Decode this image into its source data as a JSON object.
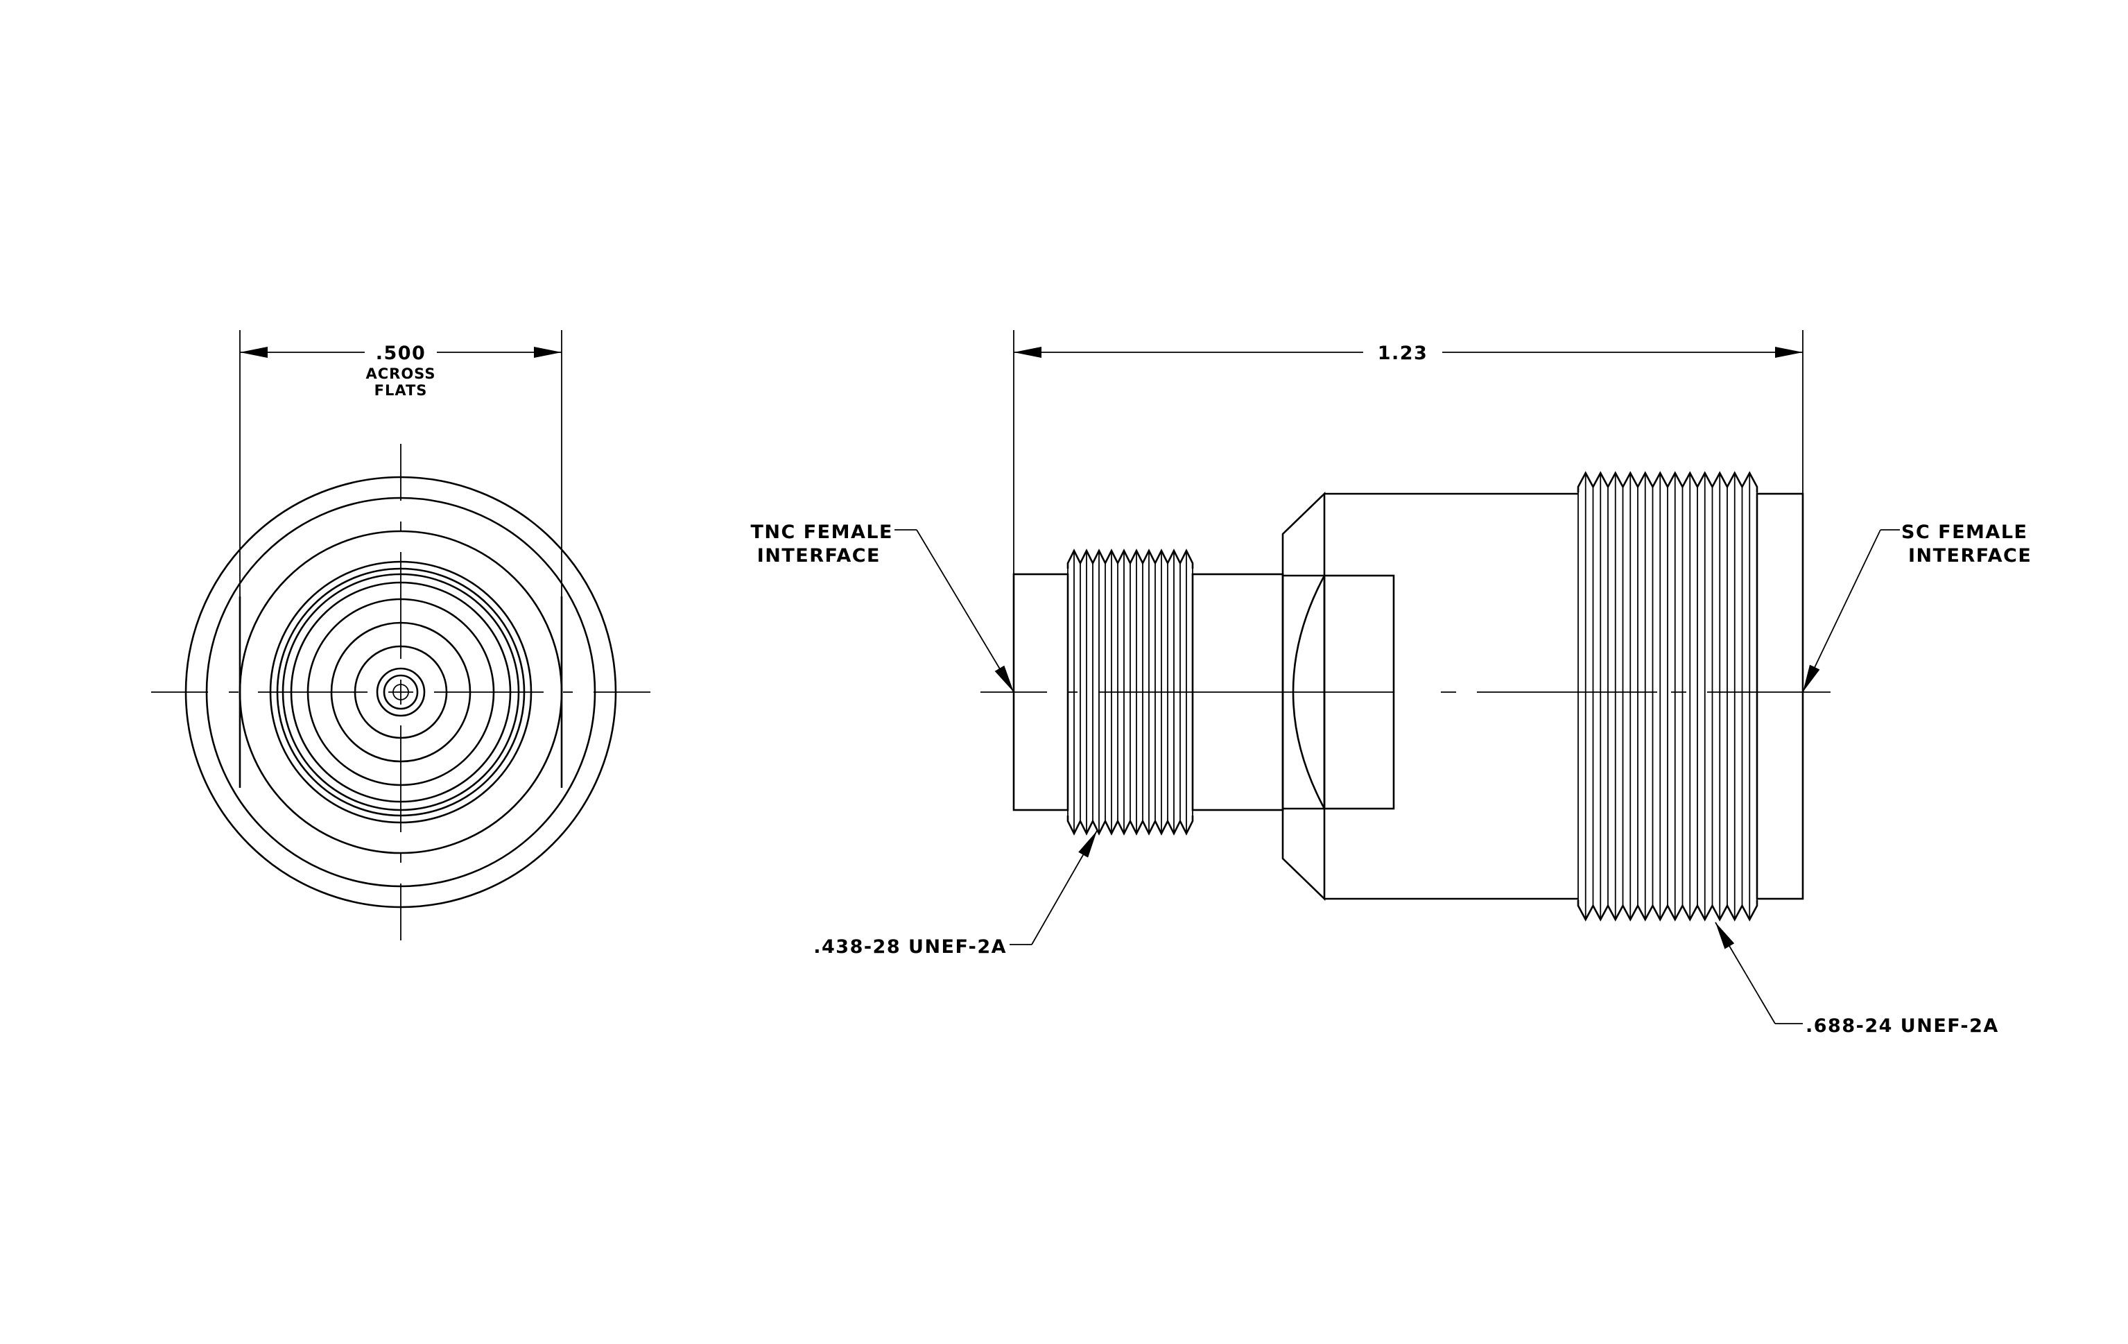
{
  "end_view": {
    "dimension_value": ".500",
    "dimension_note_line1": "ACROSS",
    "dimension_note_line2": "FLATS"
  },
  "side_view": {
    "overall_length": "1.23",
    "left_interface_line1": "TNC FEMALE",
    "left_interface_line2": "INTERFACE",
    "right_interface_line1": "SC FEMALE",
    "right_interface_line2": "INTERFACE",
    "small_thread_callout": ".438-28 UNEF-2A",
    "large_thread_callout": ".688-24 UNEF-2A"
  },
  "colors": {
    "line": "#000000",
    "background": "#ffffff"
  }
}
